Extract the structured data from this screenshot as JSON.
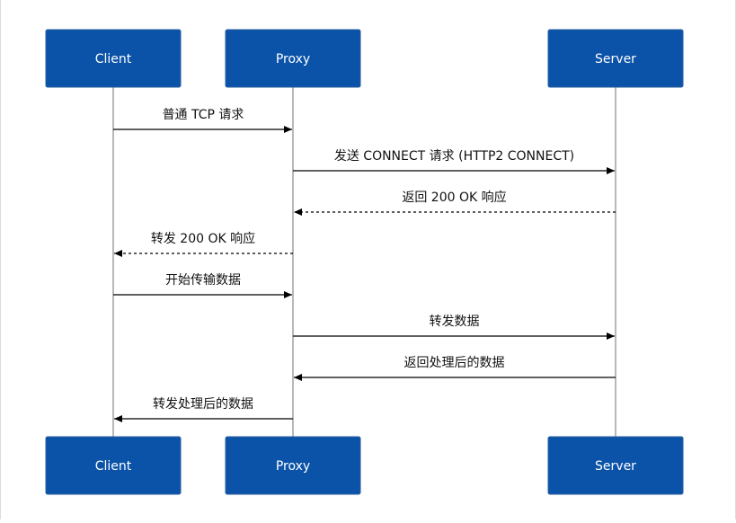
{
  "colors": {
    "actor_fill": "#0b53a8",
    "actor_text": "#ffffff",
    "lifeline": "#8a8a8a",
    "message": "#000000"
  },
  "participants": [
    {
      "id": "client",
      "label": "Client"
    },
    {
      "id": "proxy",
      "label": "Proxy"
    },
    {
      "id": "server",
      "label": "Server"
    }
  ],
  "messages": [
    {
      "from": "client",
      "to": "proxy",
      "label": "普通 TCP 请求",
      "style": "solid"
    },
    {
      "from": "proxy",
      "to": "server",
      "label": "发送 CONNECT 请求 (HTTP2 CONNECT)",
      "style": "solid"
    },
    {
      "from": "server",
      "to": "proxy",
      "label": "返回 200 OK 响应",
      "style": "dashed"
    },
    {
      "from": "proxy",
      "to": "client",
      "label": "转发 200 OK 响应",
      "style": "dashed"
    },
    {
      "from": "client",
      "to": "proxy",
      "label": "开始传输数据",
      "style": "solid"
    },
    {
      "from": "proxy",
      "to": "server",
      "label": "转发数据",
      "style": "solid"
    },
    {
      "from": "server",
      "to": "proxy",
      "label": "返回处理后的数据",
      "style": "solid"
    },
    {
      "from": "proxy",
      "to": "client",
      "label": "转发处理后的数据",
      "style": "solid"
    }
  ]
}
